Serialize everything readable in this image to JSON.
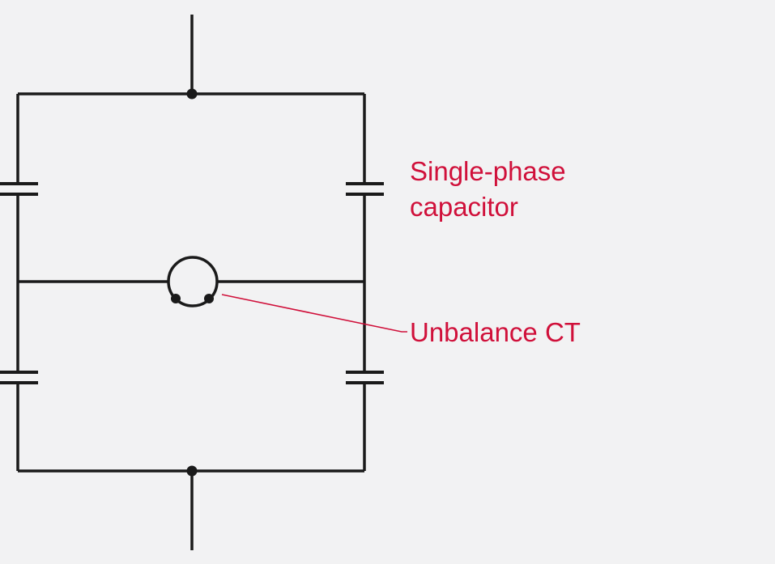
{
  "labels": {
    "capacitor_line1": "Single-phase",
    "capacitor_line2": "capacitor",
    "ct": "Unbalance CT"
  },
  "colors": {
    "background": "#f2f2f3",
    "wire": "#1a1a1a",
    "annotation": "#d0103a"
  }
}
